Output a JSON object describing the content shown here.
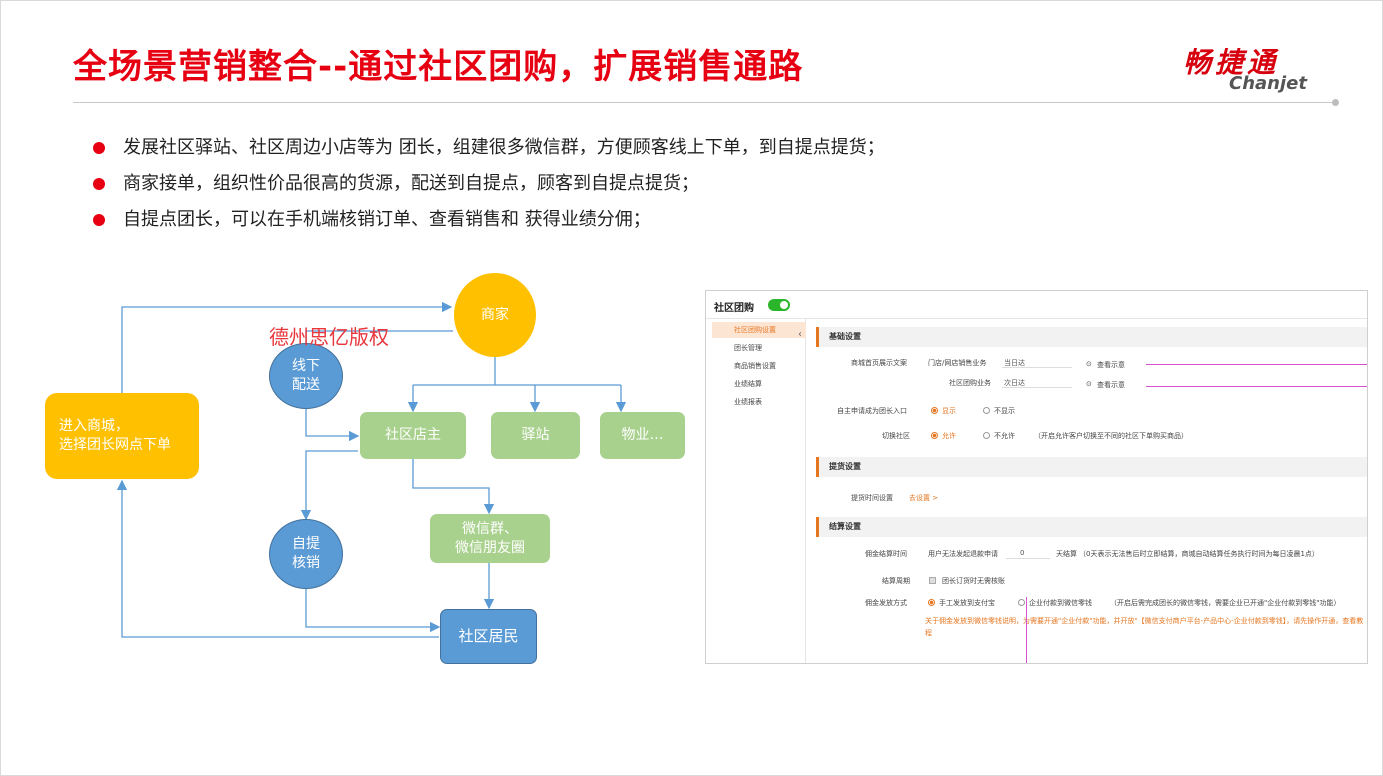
{
  "header": {
    "title": "全场景营销整合--通过社区团购，扩展销售通路",
    "logo_cn": "畅捷通",
    "logo_en": "Chanjet"
  },
  "bullets": [
    "发展社区驿站、社区周边小店等为 团长，组建很多微信群，方便顾客线上下单，到自提点提货；",
    "商家接单，组织性价品很高的货源，配送到自提点，顾客到自提点提货；",
    "自提点团长，可以在手机端核销订单、查看销售和 获得业绩分佣；"
  ],
  "diagram": {
    "merchant": "商家",
    "offline_delivery": "线下\n配送",
    "enter_mall": "进入商城，\n选择团长网点下单",
    "store_owner": "社区店主",
    "post_station": "驿站",
    "property": "物业…",
    "pickup_verify": "自提\n核销",
    "wechat_groups": "微信群、\n微信朋友圈",
    "residents": "社区居民",
    "watermark": "德州思亿版权"
  },
  "screenshot": {
    "title": "社区团购",
    "toggle_on": true,
    "sidebar": [
      "社区团购设置",
      "团长管理",
      "商品销售设置",
      "业绩结算",
      "业绩报表"
    ],
    "sections": {
      "basic": "基础设置",
      "pickup": "提货设置",
      "settle": "结算设置"
    },
    "fields": {
      "display_label": "商城首页展示文案",
      "store_biz": "门店/网店销售业务",
      "same_day": "当日达",
      "view_example_1": "查看示意",
      "community_biz": "社区团购业务",
      "next_day": "次日达",
      "view_example_2": "查看示意",
      "apply_entry_label": "自主申请成为团长入口",
      "show": "显示",
      "hide": "不显示",
      "switch_label": "切换社区",
      "allow": "允许",
      "disallow": "不允许",
      "switch_note": "（开启允许客户切换至不同的社区下单购买商品）",
      "pickup_label": "提货时间设置",
      "go_set": "去设置 >",
      "commission_time_label": "佣金结算时间",
      "commission_text": "用户无法发起退款申请",
      "days": "0",
      "days_suffix": "天结算",
      "commission_note": "（0天表示无法售后时立即结算，商城自动结算任务执行时间为每日凌晨1点）",
      "settle_scope_label": "结算周期",
      "settle_scope": "团长订货时无需核账",
      "pay_method_label": "佣金发放方式",
      "manual": "手工发放到支付宝",
      "auto": "企业付款到微信零钱",
      "auto_note": "（开启后需完成团长的微信零钱，需要企业已开通\"企业付款到零钱\"功能）",
      "warning": "关于佣金发放到微信零钱说明，为需要开通\"企业付款\"功能，并开放\"【微信支付商户平台-产品中心-企业付款到零钱】，请先操作开通，查看教程"
    }
  }
}
